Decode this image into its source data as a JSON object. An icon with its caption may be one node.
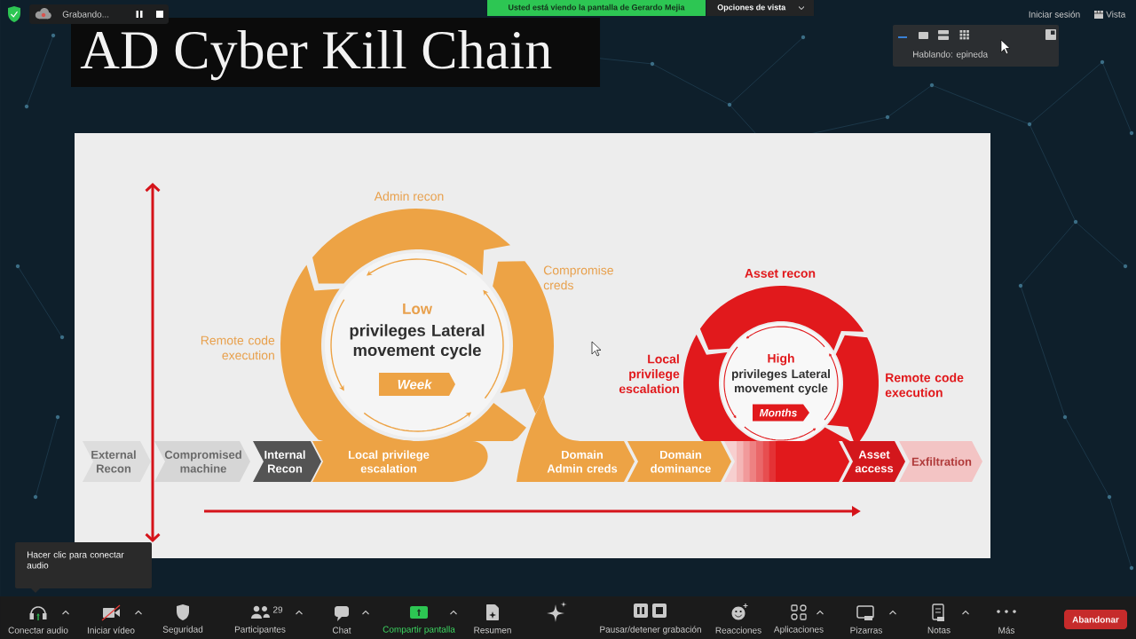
{
  "diagram": {
    "title": "AD Cyber Kill Chain",
    "nodes": [
      {
        "text": [
          "Low",
          "privileges Lateral movement cycle"
        ],
        "beside": [
          "Admin recon",
          "Compromise creds",
          "Remote code execution"
        ]
      },
      {
        "text": [
          "Week"
        ],
        "in": 0
      },
      {
        "text": [
          "High",
          "privileges Lateral movement cycle"
        ],
        "beside": [
          "Asset recon",
          "Local privilege escalation",
          "Remote code execution"
        ]
      },
      {
        "text": [
          "Months"
        ],
        "in": 2
      },
      {
        "text": [
          "External Recon"
        ]
      },
      {
        "text": [
          "Compromised machine"
        ]
      },
      {
        "text": [
          "Internal Recon"
        ]
      },
      {
        "text": [
          "Local privilege escalation"
        ]
      },
      {
        "text": [
          "Domain Admin creds"
        ]
      },
      {
        "text": [
          "Domain dominance"
        ]
      },
      {
        "text": [
          "Asset access"
        ]
      },
      {
        "text": [
          "Exfiltration"
        ]
      }
    ],
    "labels": [
      "Grabando...",
      "Usted está viendo la pantalla de Gerardo Mejia",
      "Opciones de vista",
      "Iniciar sesión",
      "Vista",
      "Hablando: epineda",
      "Hacer clic para conectar audio",
      "Conectar audio",
      "Iniciar vídeo",
      "Seguridad",
      "29",
      "Participantes",
      "Chat",
      "Compartir pantalla",
      "Resumen",
      "Pausar/detener grabación",
      "Reacciones",
      "Aplicaciones",
      "Pizarras",
      "Notas",
      "Más",
      "Abandonar"
    ]
  }
}
